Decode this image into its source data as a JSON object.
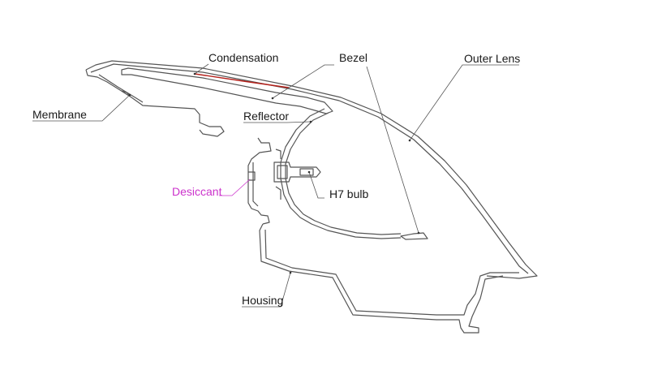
{
  "labels": {
    "condensation": "Condensation",
    "bezel": "Bezel",
    "outer_lens": "Outer Lens",
    "membrane": "Membrane",
    "reflector": "Reflector",
    "desiccant": "Desiccant",
    "h7_bulb": "H7 bulb",
    "housing": "Housing"
  },
  "colors": {
    "line": "#555555",
    "condensation": "#b5211b",
    "desiccant_label": "#cc33cc",
    "text": "#1a1a1a"
  }
}
